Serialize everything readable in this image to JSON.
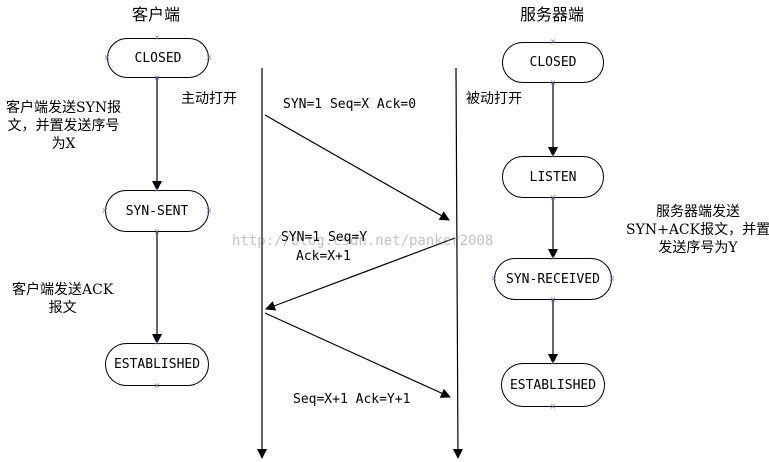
{
  "client": {
    "title": "客户端",
    "open_label": "主动打开",
    "states": [
      "CLOSED",
      "SYN-SENT",
      "ESTABLISHED"
    ],
    "note_syn": "客户端发送SYN报\n文，并置发送序号\n为X",
    "note_ack": "客户端发送ACK\n报文"
  },
  "server": {
    "title": "服务器端",
    "open_label": "被动打开",
    "states": [
      "CLOSED",
      "LISTEN",
      "SYN-RECEIVED",
      "ESTABLISHED"
    ],
    "note_synack": "服务器端发送\nSYN+ACK报文，并置\n发送序号为Y"
  },
  "messages": {
    "msg1": "SYN=1 Seq=X Ack=0",
    "msg2_line1": "SYN=1 Seq=Y",
    "msg2_line2": "Ack=X+1",
    "msg3": "Seq=X+1 Ack=Y+1"
  },
  "watermark": "http://blog.csdn.net/panker2008",
  "colors": {
    "line": "#000000",
    "marker": "#6b6bd6"
  }
}
